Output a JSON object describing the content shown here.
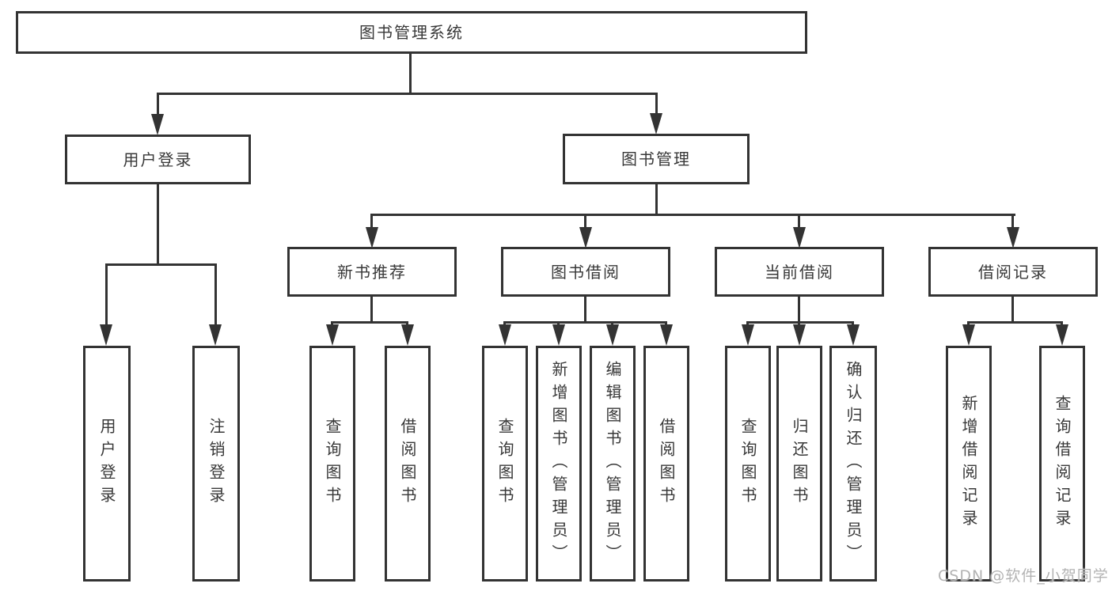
{
  "diagram": {
    "root": {
      "label": "图书管理系统"
    },
    "branches": [
      {
        "label": "用户登录",
        "children": [
          {
            "label": "用户登录"
          },
          {
            "label": "注销登录"
          }
        ]
      },
      {
        "label": "图书管理",
        "children": [
          {
            "label": "新书推荐",
            "children": [
              {
                "label": "查询图书"
              },
              {
                "label": "借阅图书"
              }
            ]
          },
          {
            "label": "图书借阅",
            "children": [
              {
                "label": "查询图书"
              },
              {
                "label": "新增图书（管理员）"
              },
              {
                "label": "编辑图书（管理员）"
              },
              {
                "label": "借阅图书"
              }
            ]
          },
          {
            "label": "当前借阅",
            "children": [
              {
                "label": "查询图书"
              },
              {
                "label": "归还图书"
              },
              {
                "label": "确认归还（管理员）"
              }
            ]
          },
          {
            "label": "借阅记录",
            "children": [
              {
                "label": "新增借阅记录"
              },
              {
                "label": "查询借阅记录"
              }
            ]
          }
        ]
      }
    ]
  },
  "watermark": {
    "text": "CSDN @软件_小贺同学"
  },
  "colors": {
    "line": "#333333",
    "box_border": "#333333",
    "box_fill": "#ffffff",
    "text": "#383838",
    "watermark": "#b3b3b3",
    "background": "#ffffff"
  }
}
